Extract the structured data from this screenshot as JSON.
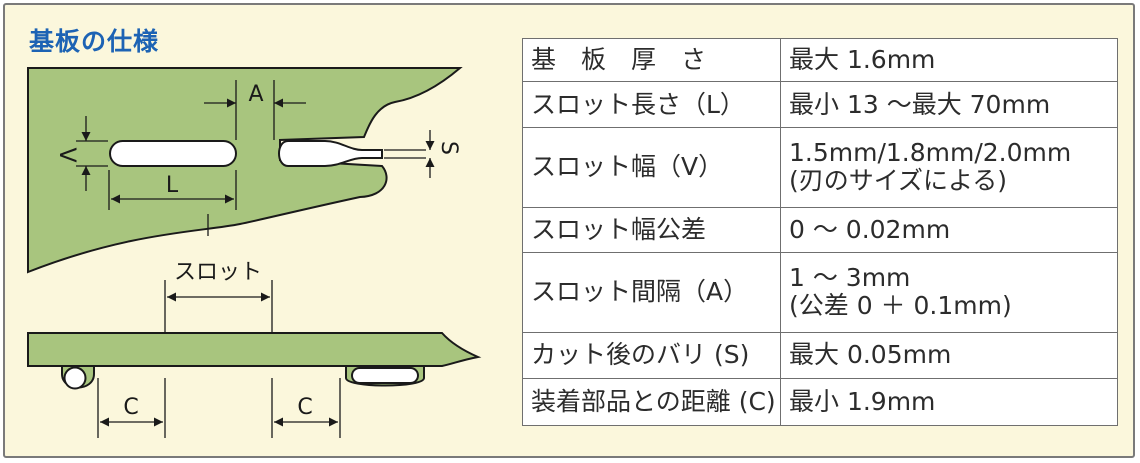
{
  "title": "基板の仕様",
  "diagram": {
    "top_labels": {
      "A": "A",
      "V": "V",
      "L": "L",
      "S": "S"
    },
    "bottom_labels": {
      "slot": "スロット",
      "C_left": "C",
      "C_right": "C"
    }
  },
  "spec_table": [
    {
      "label": "基　板　厚　さ",
      "value": [
        "最大 1.6mm"
      ]
    },
    {
      "label": "スロット長さ（L）",
      "value": [
        "最小 13 ～最大 70mm"
      ]
    },
    {
      "label": "スロット幅（V）",
      "value": [
        "1.5mm/1.8mm/2.0mm",
        "(刃のサイズによる)"
      ]
    },
    {
      "label": "スロット幅公差",
      "value": [
        "0 ～ 0.02mm"
      ]
    },
    {
      "label": "スロット間隔（A）",
      "value": [
        "1 ～ 3mm",
        "(公差 0 ＋ 0.1mm)"
      ]
    },
    {
      "label": "カット後のバリ (S)",
      "value": [
        "最大 0.05mm"
      ]
    },
    {
      "label": "装着部品との距離 (C)",
      "value": [
        "最小 1.9mm"
      ]
    }
  ],
  "colors": {
    "board": "#a8c57e",
    "outline": "#1a1a1a",
    "title": "#1d63b4",
    "background": "#fbf7dc"
  }
}
